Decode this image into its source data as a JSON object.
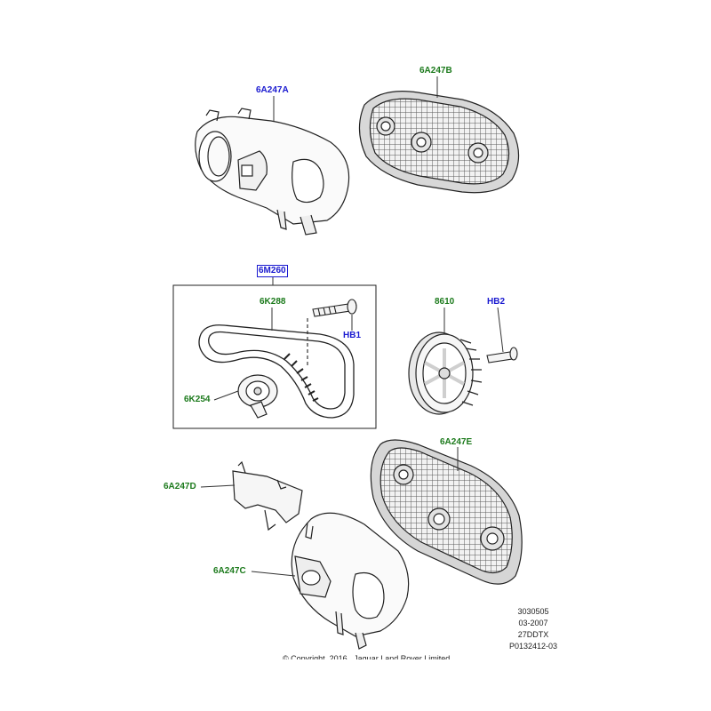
{
  "callouts": {
    "cover_6a247a": "6A247A",
    "cover_6a247b": "6A247B",
    "kit_6m260": "6M260",
    "belt_6k288": "6K288",
    "bolt_hb1": "HB1",
    "tensioner_6k254": "6K254",
    "pulley_8610": "8610",
    "bolt_hb2": "HB2",
    "cover_6a247e": "6A247E",
    "cover_6a247d": "6A247D",
    "cover_6a247c": "6A247C"
  },
  "info_block": {
    "code": "3030505",
    "date": "03-2007",
    "engine": "27DDTX",
    "ref": "P0132412-03"
  },
  "copyright": "© Copyright, 2016 , Jaguar Land Rover Limited",
  "colors": {
    "label_green": "#1c7a1c",
    "label_blue": "#1a1ad0",
    "line": "#222222"
  }
}
